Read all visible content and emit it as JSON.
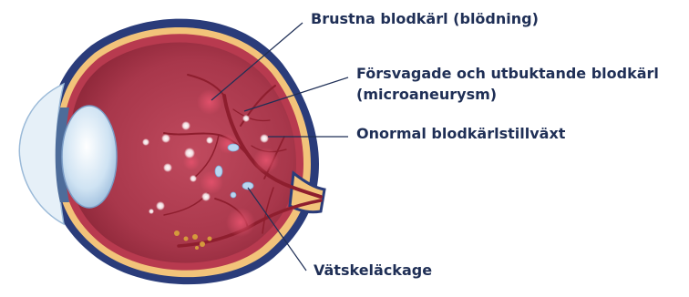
{
  "labels": {
    "hemorrhage": "Brustna blodkärl (blödning)",
    "microaneurysm_line1": "Försvagade och utbuktande blodkärl",
    "microaneurysm_line2": "(microaneurysm)",
    "neovascularization": "Onormal blodkärlstillväxt",
    "leakage": "Vätskeläckage"
  },
  "colors": {
    "label_text": "#1f2f56",
    "sclera": "#2a3c7a",
    "choroid": "#f2c37a",
    "retina": "#b83a4f",
    "vitreous": "#a83247",
    "vessel": "#8e1e2e",
    "lens": "#cfe3f3",
    "cornea": "#e6f0f8",
    "leader_line": "#1f2f56"
  }
}
